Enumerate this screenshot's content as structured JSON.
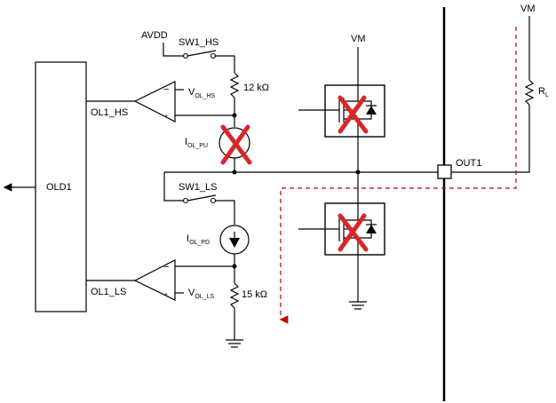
{
  "labels": {
    "avdd": "AVDD",
    "sw1_hs": "SW1_HS",
    "sw1_ls": "SW1_LS",
    "vm_top": "VM",
    "vm_right": "VM",
    "r12k": "12 kΩ",
    "r15k": "15 kΩ",
    "v_ol_hs_main": "V",
    "v_ol_hs_sub": "OL_HS",
    "v_ol_ls_main": "V",
    "v_ol_ls_sub": "OL_LS",
    "i_ol_pu_main": "I",
    "i_ol_pu_sub": "OL_PU",
    "i_ol_pd_main": "I",
    "i_ol_pd_sub": "OL_PD",
    "ol1_hs": "OL1_HS",
    "ol1_ls": "OL1_LS",
    "old1": "OLD1",
    "out1": "OUT1",
    "rl_main": "R",
    "rl_sub": "L",
    "minus": "−",
    "plus": "+"
  },
  "colors": {
    "wire": "#000000",
    "current_path": "#c0000c",
    "x_mark": "#d8262b"
  },
  "icons": [
    "comparator-icon",
    "resistor-icon",
    "switch-icon",
    "current-source-icon",
    "mosfet-icon",
    "ground-icon",
    "arrow-icon",
    "x-mark-icon"
  ]
}
